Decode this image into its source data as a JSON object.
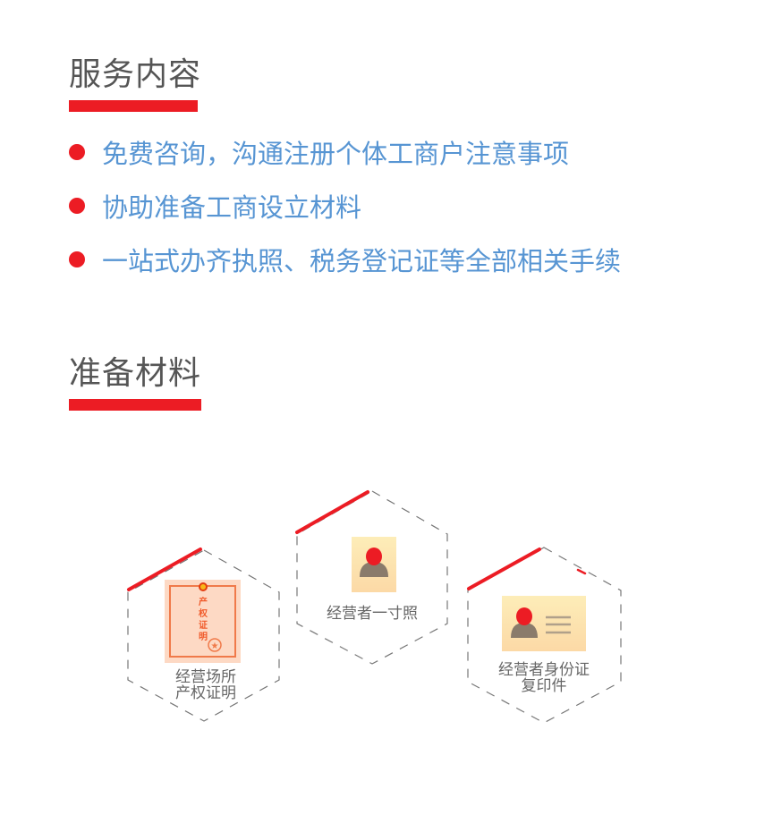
{
  "services": {
    "title": "服务内容",
    "items": [
      "免费咨询，沟通注册个体工商户注意事项",
      "协助准备工商设立材料",
      "一站式办齐执照、税务登记证等全部相关手续"
    ]
  },
  "materials": {
    "title": "准备材料",
    "items": [
      {
        "line1": "经营场所",
        "line2": "产权证明",
        "icon": "property-certificate-icon",
        "stamp_text": [
          "产",
          "权",
          "证",
          "明"
        ]
      },
      {
        "line1": "经营者一寸照",
        "line2": "",
        "icon": "portrait-photo-icon"
      },
      {
        "line1": "经营者身份证",
        "line2": "复印件",
        "icon": "id-card-icon"
      }
    ]
  },
  "colors": {
    "accent": "#ec1c24",
    "heading": "#555555",
    "text": "#5795d3"
  }
}
